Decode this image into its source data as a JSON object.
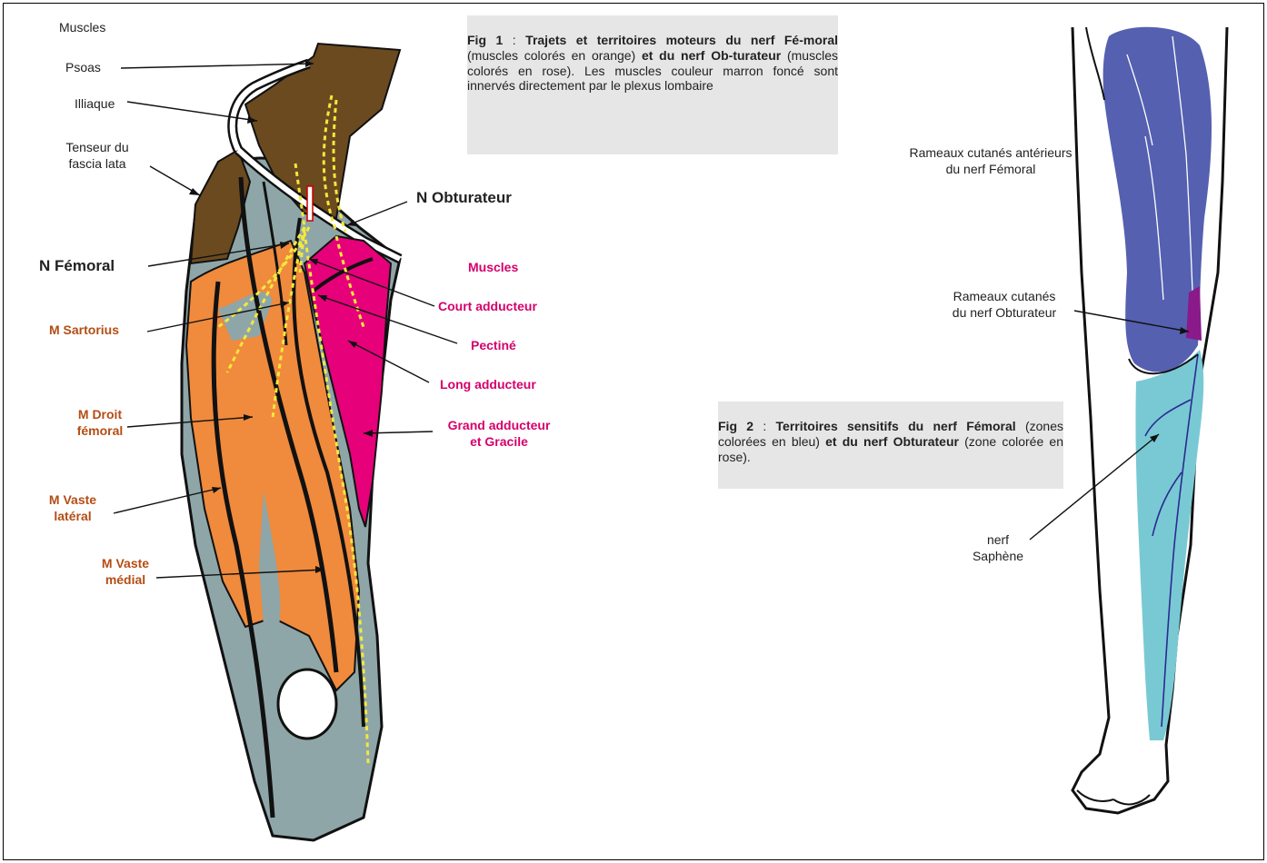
{
  "fig1": {
    "caption": {
      "fig_num": "Fig 1",
      "sep": " : ",
      "bold1": "Trajets et territoires moteurs du nerf Fé-moral",
      "norm1": " (muscles colorés en orange) ",
      "bold2": "et du nerf Ob-turateur",
      "norm2": " (muscles colorés en rose). Les muscles couleur marron foncé sont innervés directement par le plexus lombaire"
    },
    "labels": {
      "muscles_left": "Muscles",
      "psoas": "Psoas",
      "illiaque": "Illiaque",
      "tenseur_1": "Tenseur du",
      "tenseur_2": "fascia lata",
      "n_femoral": "N  Fémoral",
      "n_obturateur": "N  Obturateur",
      "m_sartorius": "M Sartorius",
      "m_droit_1": "M Droit",
      "m_droit_2": "fémoral",
      "m_vaste_lat_1": "M Vaste",
      "m_vaste_lat_2": "latéral",
      "m_vaste_med_1": "M Vaste",
      "m_vaste_med_2": "médial",
      "muscles_right": "Muscles",
      "court_adducteur": "Court adducteur",
      "pectine": "Pectiné",
      "long_adducteur": "Long adducteur",
      "grand_adducteur_1": "Grand adducteur",
      "grand_adducteur_2": "et Gracile"
    }
  },
  "fig2": {
    "caption": {
      "fig_num": "Fig 2",
      "sep": " : ",
      "bold1": "Territoires sensitifs du nerf Fémoral",
      "norm1": " (zones colorées en bleu) ",
      "bold2": "et du nerf Obturateur",
      "norm2": " (zone colorée en rose)."
    },
    "labels": {
      "rameaux_ant_1": "Rameaux cutanés antérieurs",
      "rameaux_ant_2": "du nerf Fémoral",
      "rameaux_obt_1": "Rameaux cutanés",
      "rameaux_obt_2": "du nerf Obturateur",
      "saphene_1": "nerf",
      "saphene_2": "Saphène"
    }
  },
  "colors": {
    "brown": "#6b4a1f",
    "orange": "#f08a3c",
    "grey_blue": "#8fa6a8",
    "pink": "#e6007a",
    "nerve_yellow": "#f4e83c",
    "blue_zone": "#5560b0",
    "cyan_zone": "#79c9d4",
    "obturator_zone": "#8a1a8a"
  }
}
